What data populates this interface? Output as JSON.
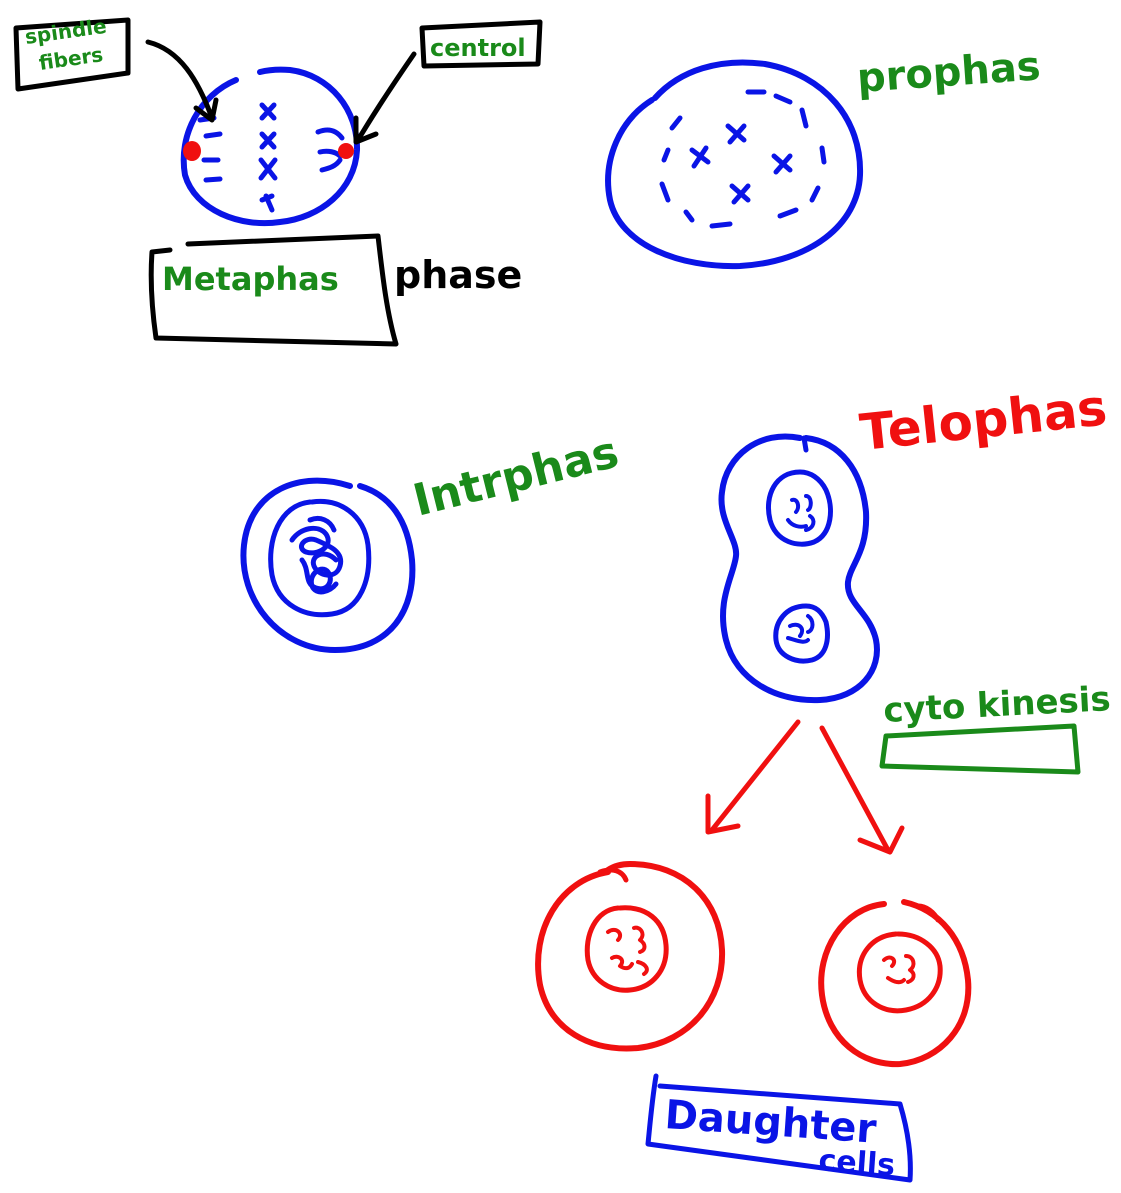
{
  "colors": {
    "blue": "#0a14e6",
    "red": "#f01010",
    "green": "#1a8a1a",
    "black": "#000000"
  },
  "labels": {
    "spindle_fibers_line1": "spindle",
    "spindle_fibers_line2": "fibers",
    "centriole": "centrol",
    "metaphase": "Metaphas",
    "phase": "phase",
    "prophase": "prophas",
    "interphase": "Intrphas",
    "telophase": "Telophas",
    "cytokinesis": "cyto kinesis",
    "daughter_line1": "Daughter",
    "daughter_line2": "cells"
  }
}
